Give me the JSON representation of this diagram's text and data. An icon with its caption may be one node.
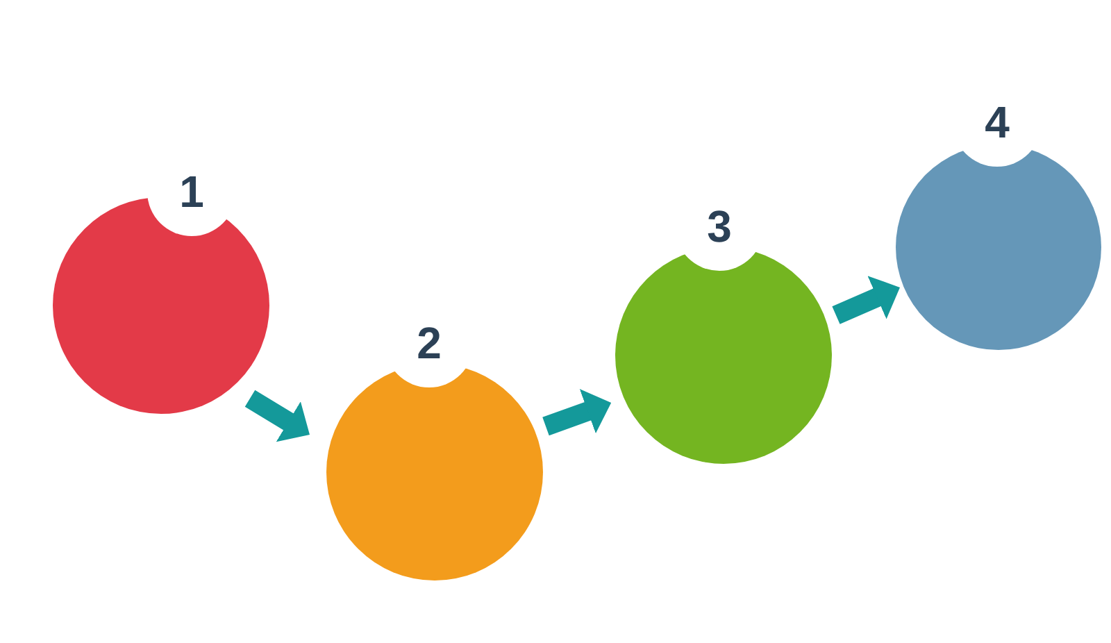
{
  "diagram": {
    "nodes": [
      {
        "text": [
          "1"
        ]
      },
      {
        "text": [
          "2"
        ]
      },
      {
        "text": [
          "3"
        ]
      },
      {
        "text": [
          "4"
        ]
      }
    ],
    "edges": [
      {
        "from": 0,
        "to": 1,
        "arrow": "to"
      },
      {
        "from": 1,
        "to": 2,
        "arrow": "to"
      },
      {
        "from": 2,
        "to": 3,
        "arrow": "to"
      }
    ]
  }
}
